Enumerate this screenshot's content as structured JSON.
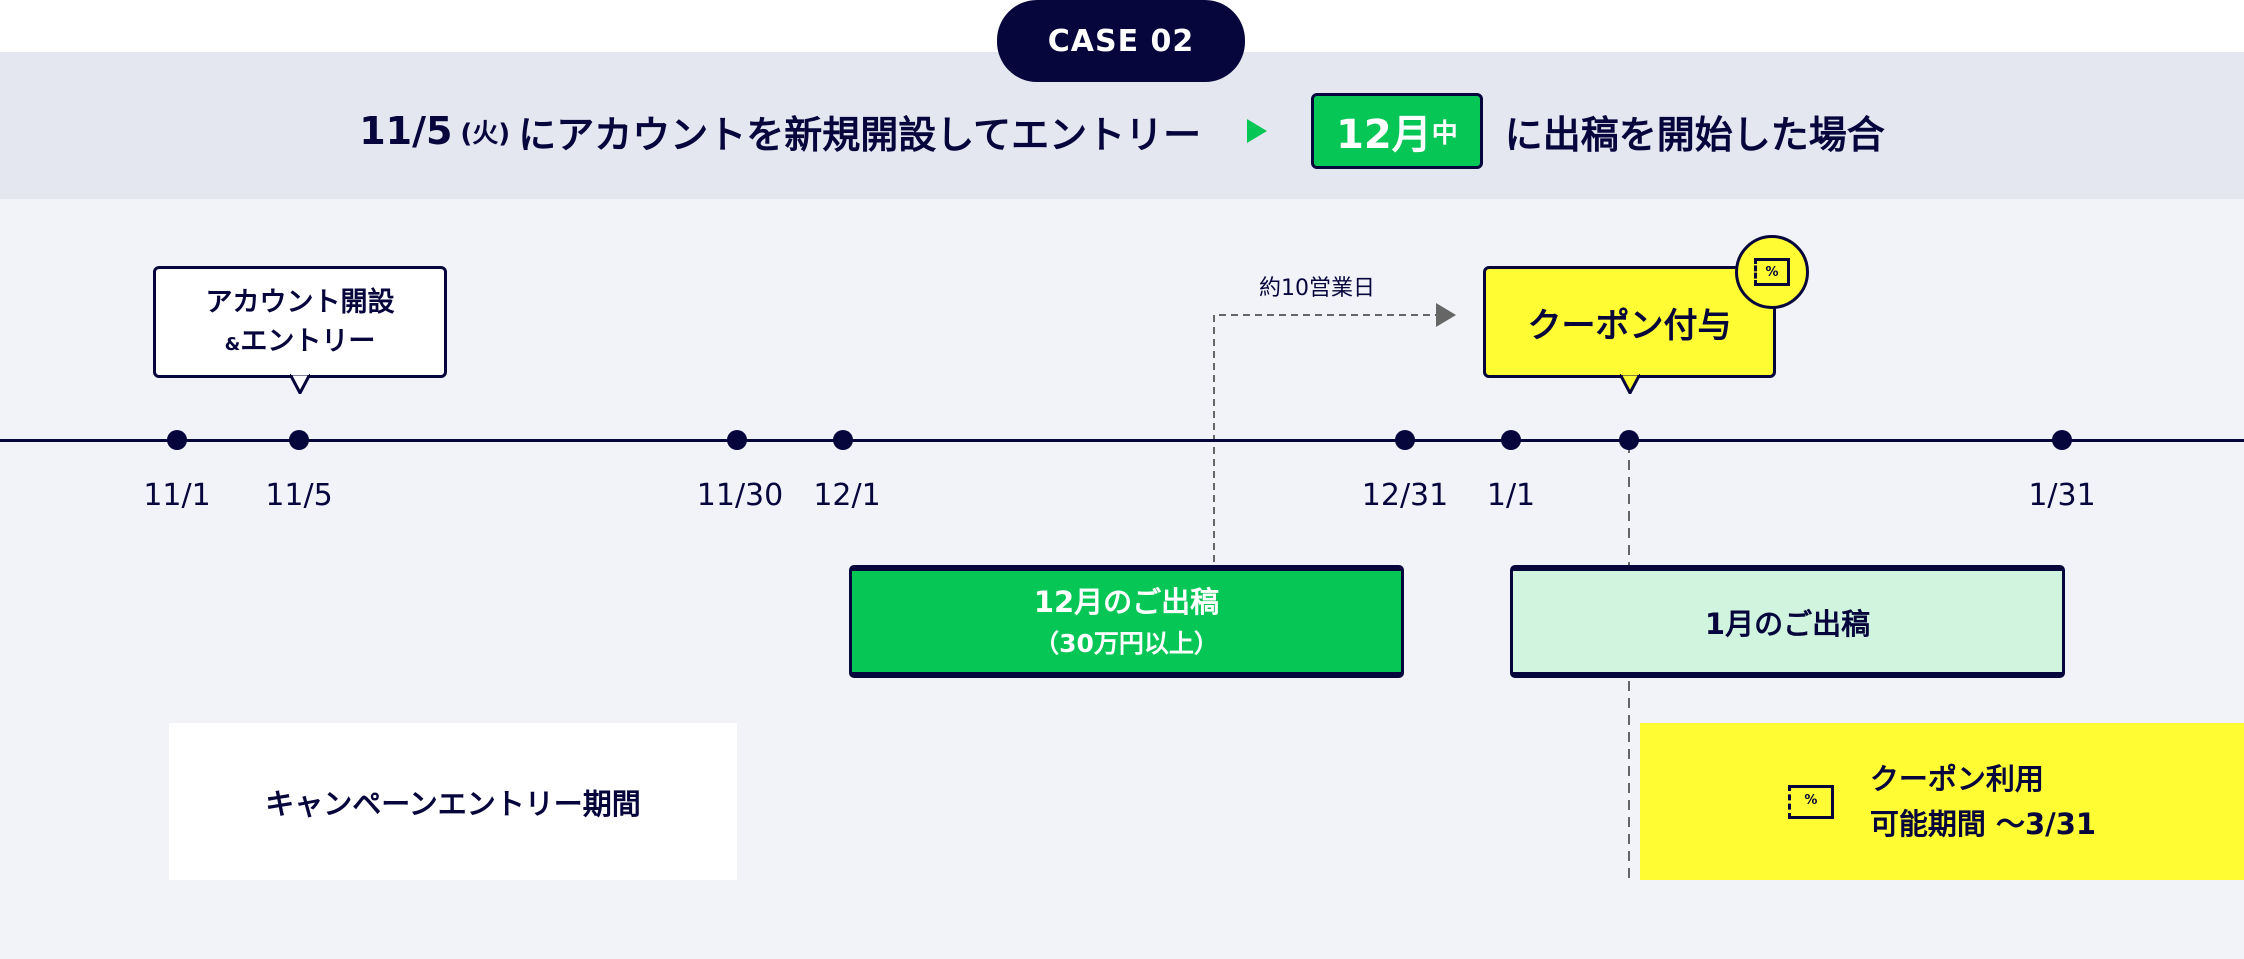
{
  "case_label": "CASE 02",
  "headline": {
    "part1": "11/5",
    "weekday": "(火)",
    "part2": "にアカウントを新規開設してエントリー",
    "highlight_main": "12月",
    "highlight_sub": "中",
    "part3": "に出稿を開始した場合"
  },
  "callouts": {
    "account_line1": "アカウント開設",
    "account_amp": "&",
    "account_line2": "エントリー",
    "coupon": "クーポン付与",
    "duration": "約10営業日"
  },
  "timeline": {
    "dates": [
      "11/1",
      "11/5",
      "11/30",
      "12/1",
      "12/31",
      "1/1",
      "1/31"
    ]
  },
  "periods": {
    "dec_line1": "12月のご出稿",
    "dec_line2": "（30万円以上）",
    "jan": "1月のご出稿",
    "entry": "キャンペーンエントリー期間",
    "use_line1": "クーポン利用",
    "use_line2": "可能期間 ～3/31"
  },
  "icons": {
    "ticket": "%"
  },
  "colors": {
    "navy": "#06063d",
    "green": "#06c755",
    "light_green": "#d0f4dd",
    "yellow": "#fffc33",
    "band": "#e4e7f0",
    "bg": "#f2f3f9"
  }
}
